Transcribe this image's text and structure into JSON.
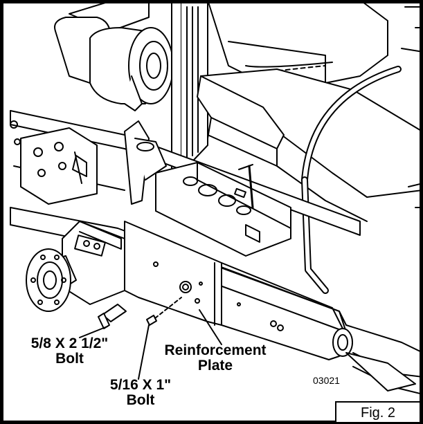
{
  "figure": {
    "caption": "Fig. 2",
    "code": "03021"
  },
  "callouts": {
    "bolt_5_8": {
      "size": "5/8 X 2 1/2\"",
      "name": "Bolt"
    },
    "bolt_5_16": {
      "size": "5/16 X 1\"",
      "name": "Bolt"
    },
    "reinforcement_plate": {
      "line1": "Reinforcement",
      "line2": "Plate"
    }
  },
  "colors": {
    "ink": "#000000",
    "paper": "#ffffff",
    "shade": "#9a9a9a",
    "light_shade": "#d4d4d4"
  }
}
